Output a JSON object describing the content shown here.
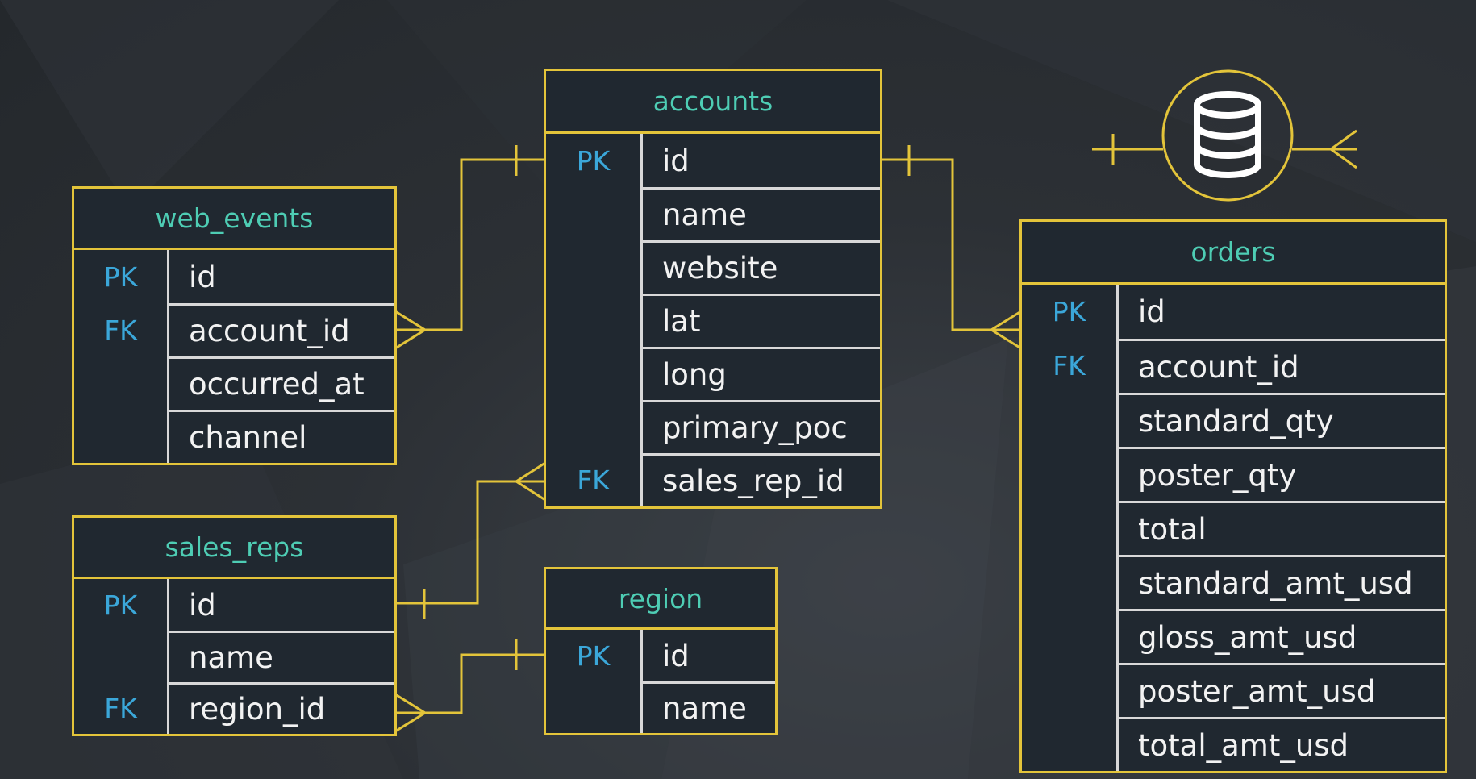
{
  "tables": {
    "accounts": {
      "title": "accounts",
      "rows": [
        {
          "key": "PK",
          "field": "id"
        },
        {
          "key": "",
          "field": "name"
        },
        {
          "key": "",
          "field": "website"
        },
        {
          "key": "",
          "field": "lat"
        },
        {
          "key": "",
          "field": "long"
        },
        {
          "key": "",
          "field": "primary_poc"
        },
        {
          "key": "FK",
          "field": "sales_rep_id"
        }
      ]
    },
    "web_events": {
      "title": "web_events",
      "rows": [
        {
          "key": "PK",
          "field": "id"
        },
        {
          "key": "FK",
          "field": "account_id"
        },
        {
          "key": "",
          "field": "occurred_at"
        },
        {
          "key": "",
          "field": "channel"
        }
      ]
    },
    "sales_reps": {
      "title": "sales_reps",
      "rows": [
        {
          "key": "PK",
          "field": "id"
        },
        {
          "key": "",
          "field": "name"
        },
        {
          "key": "FK",
          "field": "region_id"
        }
      ]
    },
    "region": {
      "title": "region",
      "rows": [
        {
          "key": "PK",
          "field": "id"
        },
        {
          "key": "",
          "field": "name"
        }
      ]
    },
    "orders": {
      "title": "orders",
      "rows": [
        {
          "key": "PK",
          "field": "id"
        },
        {
          "key": "FK",
          "field": "account_id"
        },
        {
          "key": "",
          "field": "standard_qty"
        },
        {
          "key": "",
          "field": "poster_qty"
        },
        {
          "key": "",
          "field": "total"
        },
        {
          "key": "",
          "field": "standard_amt_usd"
        },
        {
          "key": "",
          "field": "gloss_amt_usd"
        },
        {
          "key": "",
          "field": "poster_amt_usd"
        },
        {
          "key": "",
          "field": "total_amt_usd"
        }
      ]
    }
  },
  "relationships": [
    {
      "from": "accounts.id",
      "to": "web_events.account_id",
      "type": "one-to-many"
    },
    {
      "from": "accounts.id",
      "to": "orders.account_id",
      "type": "one-to-many"
    },
    {
      "from": "sales_reps.id",
      "to": "accounts.sales_rep_id",
      "type": "one-to-many"
    },
    {
      "from": "region.id",
      "to": "sales_reps.region_id",
      "type": "one-to-many"
    }
  ],
  "legend": {
    "icon": "database-icon",
    "relationship": "one-to-many"
  },
  "colors": {
    "border": "#e3c43a",
    "title": "#4ecdb4",
    "key": "#3ba7d9",
    "field": "#f2f2f2",
    "background": "#2a2e33"
  }
}
